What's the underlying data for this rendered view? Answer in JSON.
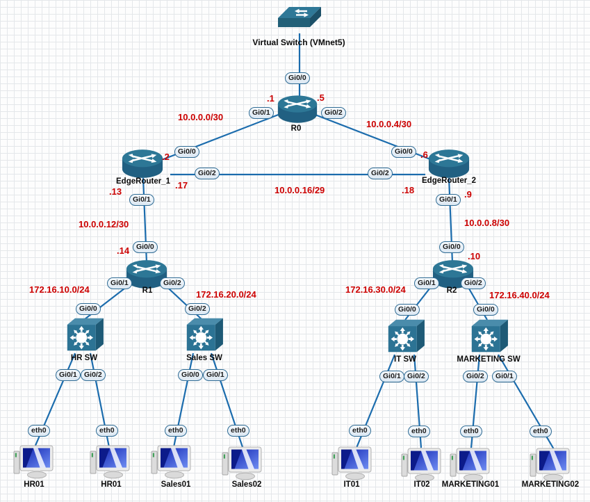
{
  "diagram": {
    "type": "network-topology",
    "colors": {
      "link": "#1b6cad",
      "device_fill": "#2d7494",
      "network_label": "#cc0000",
      "interface_pill_bg": "#e8eff7",
      "interface_pill_border": "#2f6b94",
      "pc_screen": "#2742d8"
    },
    "nodes": [
      {
        "label": "Virtual Switch (VMnet5)",
        "type": "virtual-switch"
      },
      {
        "label": "R0",
        "type": "router"
      },
      {
        "label": "EdgeRouter_1",
        "type": "router"
      },
      {
        "label": "EdgeRouter_2",
        "type": "router"
      },
      {
        "label": "R1",
        "type": "router"
      },
      {
        "label": "R2",
        "type": "router"
      },
      {
        "label": "HR SW",
        "type": "switch"
      },
      {
        "label": "Sales SW",
        "type": "switch"
      },
      {
        "label": "IT SW",
        "type": "switch"
      },
      {
        "label": "MARKETING SW",
        "type": "switch"
      },
      {
        "label": "HR01",
        "type": "pc"
      },
      {
        "label": "HR01",
        "type": "pc"
      },
      {
        "label": "Sales01",
        "type": "pc"
      },
      {
        "label": "Sales02",
        "type": "pc"
      },
      {
        "label": "IT01",
        "type": "pc"
      },
      {
        "label": "IT02",
        "type": "pc"
      },
      {
        "label": "MARKETING01",
        "type": "pc"
      },
      {
        "label": "MARKETING02",
        "type": "pc"
      }
    ],
    "interfaces": [
      "Gi0/0",
      "Gi0/1",
      "Gi0/2",
      "Gi0/0",
      "Gi0/0",
      "Gi0/2",
      "Gi0/2",
      "Gi0/1",
      "Gi0/1",
      "Gi0/0",
      "Gi0/0",
      "Gi0/1",
      "Gi0/2",
      "Gi0/1",
      "Gi0/2",
      "Gi0/0",
      "Gi0/2",
      "Gi0/0",
      "Gi0/0",
      "Gi0/1",
      "Gi0/2",
      "Gi0/0",
      "Gi0/1",
      "Gi0/1",
      "Gi0/2",
      "Gi0/2",
      "Gi0/1",
      "eth0",
      "eth0",
      "eth0",
      "eth0",
      "eth0",
      "eth0",
      "eth0",
      "eth0"
    ],
    "subnets": [
      "10.0.0.0/30",
      "10.0.0.4/30",
      "10.0.0.16/29",
      "10.0.0.12/30",
      "10.0.0.8/30",
      "172.16.10.0/24",
      "172.16.20.0/24",
      "172.16.30.0/24",
      "172.16.40.0/24"
    ],
    "addresses": [
      ".1",
      ".5",
      ".2",
      ".6",
      ".17",
      ".18",
      ".13",
      ".9",
      ".14",
      ".10"
    ]
  }
}
